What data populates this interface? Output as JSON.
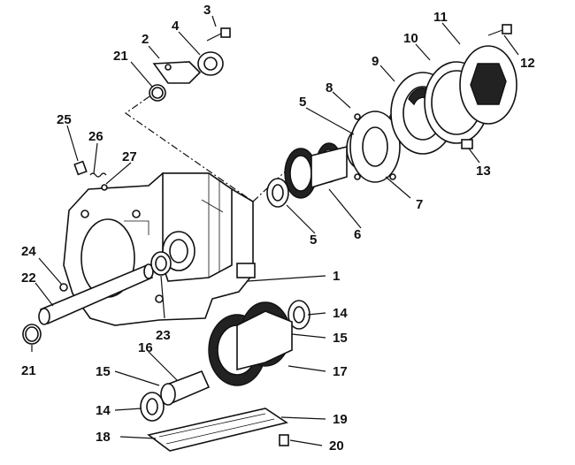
{
  "diagram": {
    "type": "exploded-parts-view",
    "colors": {
      "ink": "#111111",
      "paper": "#ffffff",
      "shade": "#222222"
    },
    "callouts": [
      {
        "id": "c1",
        "label": "1"
      },
      {
        "id": "c2",
        "label": "2"
      },
      {
        "id": "c3",
        "label": "3"
      },
      {
        "id": "c4",
        "label": "4"
      },
      {
        "id": "c5a",
        "label": "5"
      },
      {
        "id": "c5b",
        "label": "5"
      },
      {
        "id": "c6",
        "label": "6"
      },
      {
        "id": "c7",
        "label": "7"
      },
      {
        "id": "c8",
        "label": "8"
      },
      {
        "id": "c9",
        "label": "9"
      },
      {
        "id": "c10",
        "label": "10"
      },
      {
        "id": "c11",
        "label": "11"
      },
      {
        "id": "c12",
        "label": "12"
      },
      {
        "id": "c13",
        "label": "13"
      },
      {
        "id": "c14a",
        "label": "14"
      },
      {
        "id": "c14b",
        "label": "14"
      },
      {
        "id": "c15a",
        "label": "15"
      },
      {
        "id": "c15b",
        "label": "15"
      },
      {
        "id": "c16",
        "label": "16"
      },
      {
        "id": "c17",
        "label": "17"
      },
      {
        "id": "c18",
        "label": "18"
      },
      {
        "id": "c19",
        "label": "19"
      },
      {
        "id": "c20",
        "label": "20"
      },
      {
        "id": "c21a",
        "label": "21"
      },
      {
        "id": "c21b",
        "label": "21"
      },
      {
        "id": "c22",
        "label": "22"
      },
      {
        "id": "c23",
        "label": "23"
      },
      {
        "id": "c24",
        "label": "24"
      },
      {
        "id": "c25",
        "label": "25"
      },
      {
        "id": "c26",
        "label": "26"
      },
      {
        "id": "c27",
        "label": "27"
      }
    ]
  }
}
